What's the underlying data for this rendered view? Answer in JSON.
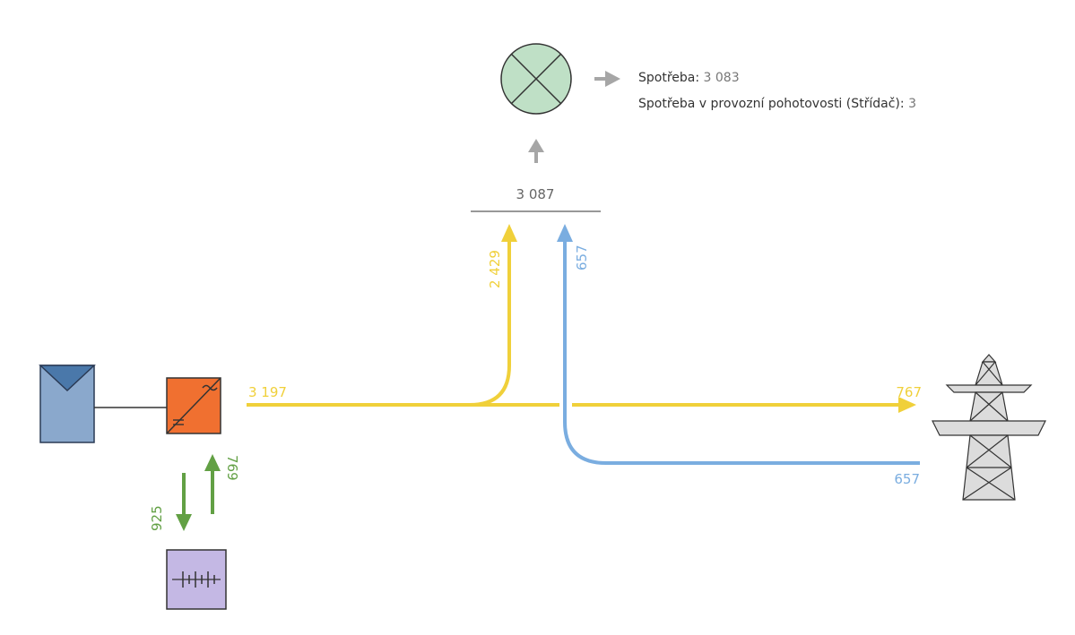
{
  "consumption": {
    "label": "Spotřeba:",
    "value": "3 083",
    "standby_label": "Spotřeba v provozní pohotovosti (Střídač):",
    "standby_value": "3"
  },
  "junction": {
    "total": "3 087"
  },
  "flows": {
    "pv_out": "3 197",
    "pv_to_load": "2 429",
    "grid_to_load": "657",
    "pv_to_grid": "767",
    "grid_import": "657",
    "battery_charge": "925",
    "battery_discharge": "769"
  },
  "colors": {
    "pv": "#f0d03a",
    "grid": "#7aade0",
    "battery": "#62a044",
    "load_arrow": "#a6a6a6",
    "consumer_fill": "#bfe0c6",
    "inverter": "#f07030",
    "solar_panel": "#8aa8cc",
    "solar_panel_dark": "#4a78aa",
    "battery_box": "#c4b8e4"
  },
  "icons": {
    "solar_panel": "solar-panel-icon",
    "inverter": "inverter-icon",
    "battery": "battery-icon",
    "consumer": "consumer-lamp-icon",
    "grid": "power-pylon-icon"
  }
}
